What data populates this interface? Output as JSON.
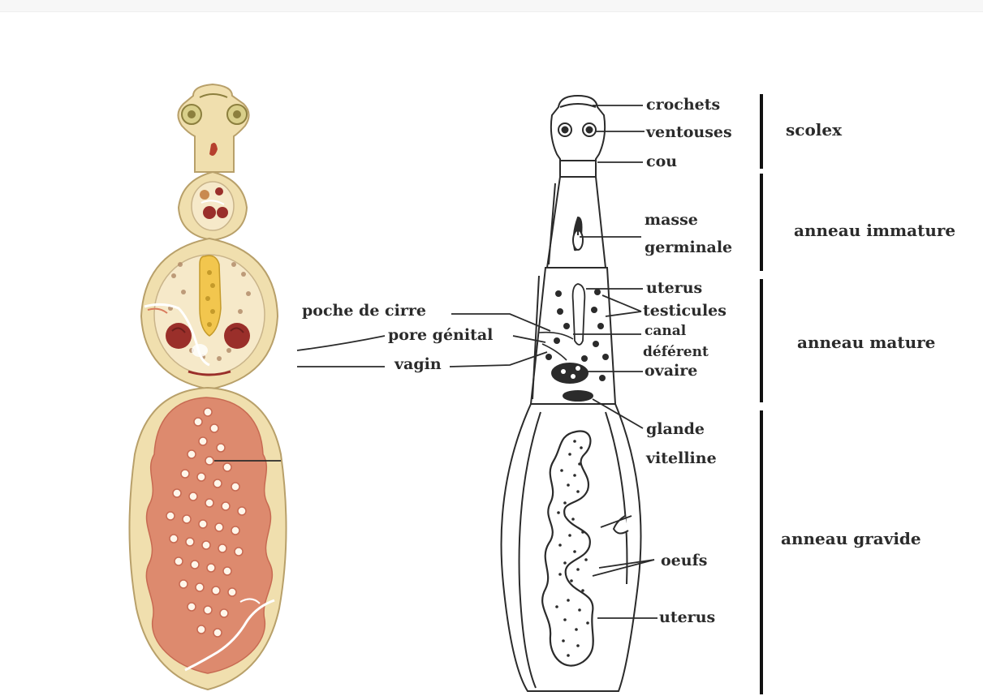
{
  "labels": {
    "crochets": "crochets",
    "ventouses": "ventouses",
    "cou": "cou",
    "masse_germinale_1": "masse",
    "masse_germinale_2": "germinale",
    "uterus_top": "uterus",
    "testicules": "testicules",
    "canal": "canal",
    "deferent": "déférent",
    "ovaire": "ovaire",
    "glande": "glande",
    "vitelline": "vitelline",
    "oeufs": "oeufs",
    "uterus_bottom": "uterus",
    "poche_de_cirre": "poche de cirre",
    "pore_genital": "pore génital",
    "vagin": "vagin"
  },
  "stages": {
    "scolex": "scolex",
    "anneau_immature": "anneau immature",
    "anneau_mature": "anneau mature",
    "anneau_gravide": "anneau gravide"
  },
  "colors": {
    "body_fill": "#f0dfae",
    "body_stroke": "#b8a06a",
    "uterus_fill": "#dd8a6e",
    "testes_fill": "#9a2f2a",
    "ovary_yellow": "#f2c64e",
    "line": "#2b2b2b",
    "egg": "#fff6ea"
  }
}
